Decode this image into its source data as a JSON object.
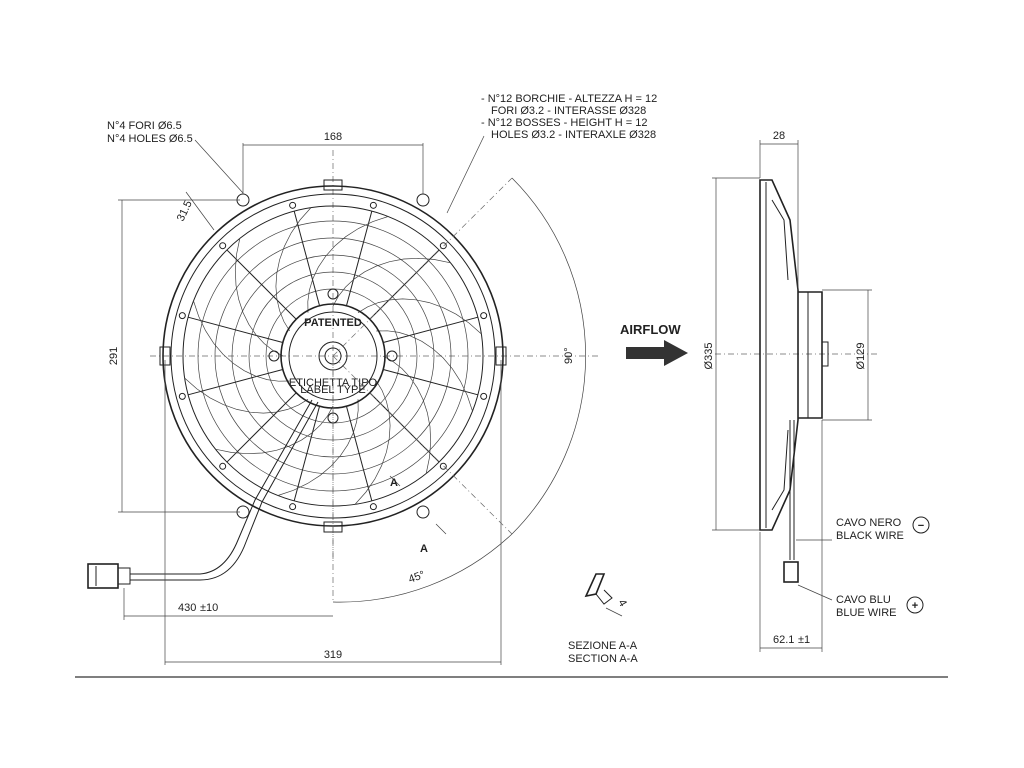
{
  "notes": {
    "holes_it": "N°4 FORI Ø6.5",
    "holes_en": "N°4 HOLES Ø6.5",
    "bosses_it_1": "- N°12 BORCHIE - ALTEZZA H = 12",
    "bosses_it_2": "FORI Ø3.2 - INTERASSE Ø328",
    "bosses_en_1": "- N°12 BOSSES - HEIGHT H = 12",
    "bosses_en_2": "HOLES Ø3.2 - INTERAXLE Ø328"
  },
  "dims": {
    "top_width": "168",
    "bottom_width": "319",
    "height": "291",
    "offset": "31.5",
    "angle_90": "90°",
    "angle_45": "45°",
    "cable": "430",
    "cable_tol": "±10",
    "section_a": "A",
    "section_a2": "A",
    "diameter": "Ø335",
    "depth_top": "28",
    "hub_diameter": "Ø129",
    "depth_bottom": "62.1",
    "depth_bottom_tol": "±1",
    "section_thick": "4"
  },
  "labels": {
    "airflow": "AIRFLOW",
    "hub_patent": "PATENTED",
    "hub_label_1": "ETICHETTA TIPO",
    "hub_label_2": "LABEL TYPE",
    "section_it": "SEZIONE A-A",
    "section_en": "SECTION A-A",
    "black_it": "CAVO NERO",
    "black_en": "BLACK WIRE",
    "blue_it": "CAVO BLU",
    "blue_en": "BLUE WIRE",
    "minus": "−",
    "plus": "+"
  }
}
